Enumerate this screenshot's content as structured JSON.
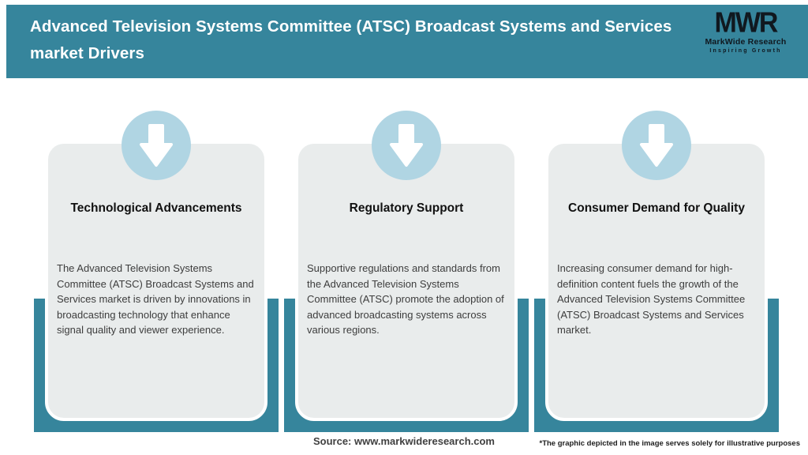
{
  "theme": {
    "teal": "#36859c",
    "card_bg": "#e9ecec",
    "circle_blue": "#b0d5e3",
    "title_color": "#111111",
    "body_color": "#3d3d3d",
    "footer_color": "#404040"
  },
  "header": {
    "title": "Advanced Television Systems Committee (ATSC) Broadcast Systems and Services market Drivers",
    "logo": {
      "acronym": "MWR",
      "name": "MarkWide Research",
      "tagline": "Inspiring Growth"
    }
  },
  "cards": [
    {
      "icon": "down-arrow-icon",
      "title": "Technological Advancements",
      "description": "The Advanced Television Systems Committee (ATSC) Broadcast Systems and Services market is driven by innovations in broadcasting technology that enhance signal quality and viewer experience."
    },
    {
      "icon": "down-arrow-icon",
      "title": "Regulatory Support",
      "description": "Supportive regulations and standards from the Advanced Television Systems Committee (ATSC) promote the adoption of advanced broadcasting systems across various regions."
    },
    {
      "icon": "down-arrow-icon",
      "title": "Consumer Demand for Quality",
      "description": "Increasing consumer demand for high-definition content fuels the growth of the Advanced Television Systems Committee (ATSC) Broadcast Systems and Services market."
    }
  ],
  "footer": {
    "source": "Source: www.markwideresearch.com",
    "disclaimer": "*The graphic depicted in the image serves solely for illustrative purposes"
  }
}
